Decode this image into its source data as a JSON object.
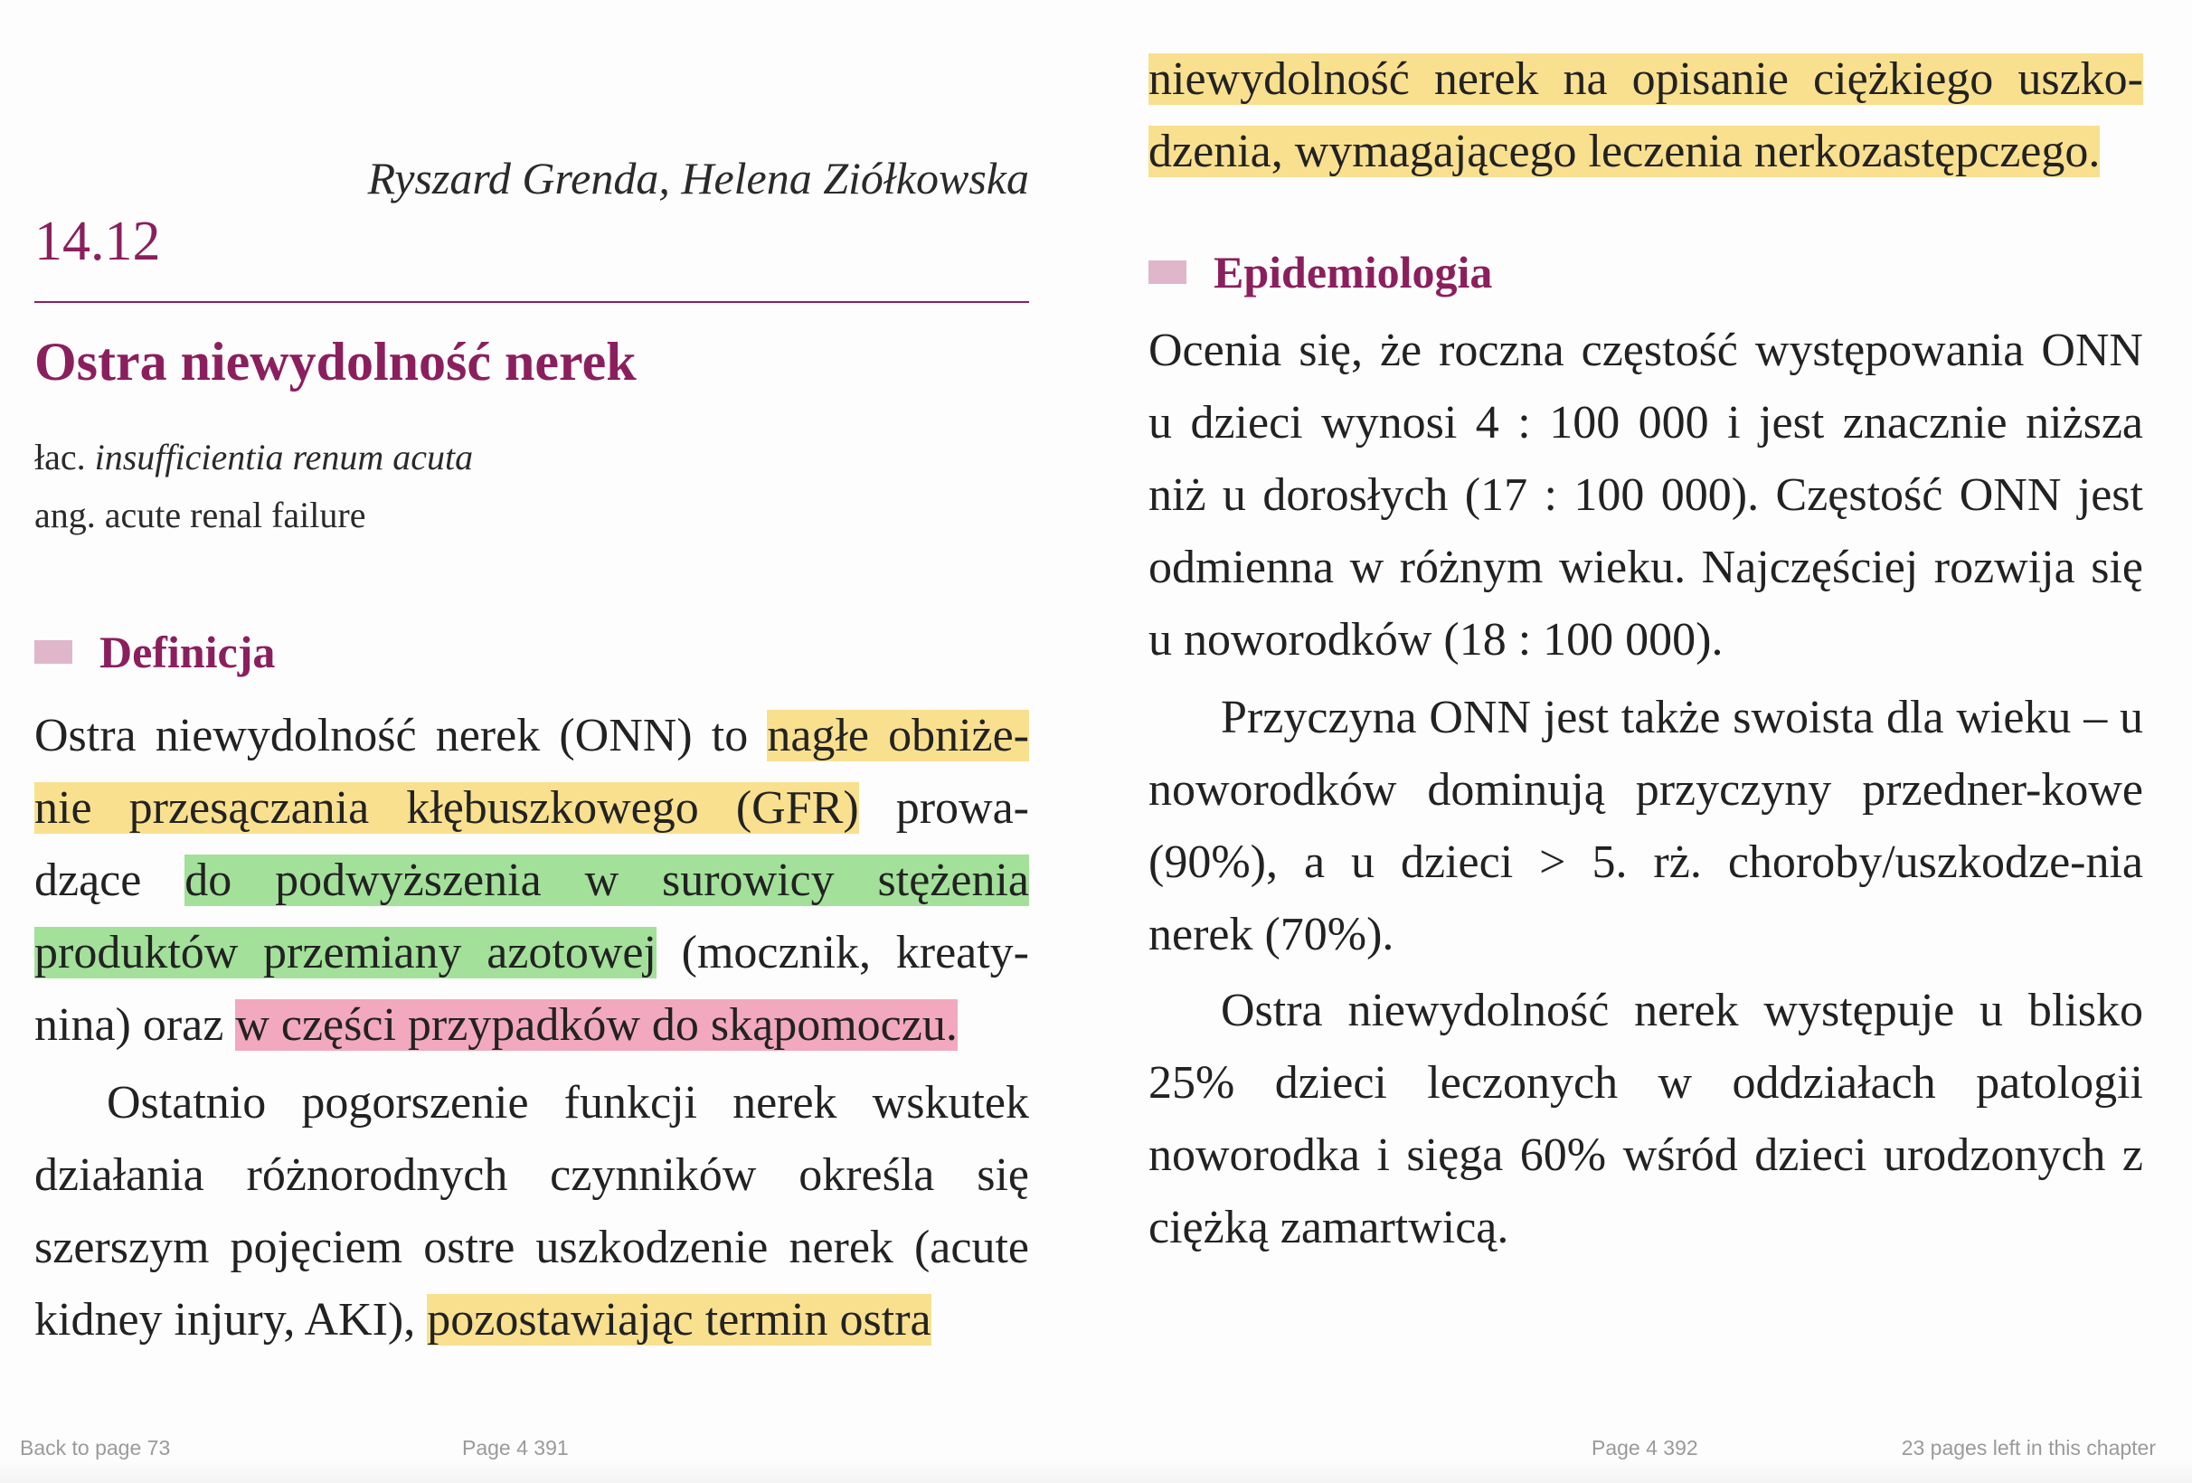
{
  "left_page": {
    "author": "Ryszard Grenda, Helena Ziółkowska",
    "section_number": "14.12",
    "chapter_title": "Ostra niewydolność nerek",
    "latin_prefix": "łac.",
    "latin_term": "insufficientia renum acuta",
    "english_line": "ang. acute renal failure",
    "definition_heading": "Definicja",
    "def_p1": [
      {
        "text": "Ostra niewydolność nerek (ONN) to ",
        "hl": ""
      },
      {
        "text": "nagłe obniże-nie przesączania kłębuszkowego (GFR)",
        "hl": "yellow"
      },
      {
        "text": " prowa-dzące ",
        "hl": ""
      },
      {
        "text": "do podwyższenia w surowicy stężenia produktów przemiany azotowej",
        "hl": "green"
      },
      {
        "text": " (mocznik, kreaty-nina) oraz ",
        "hl": ""
      },
      {
        "text": "w części przypadków do skąpomoczu.",
        "hl": "pink"
      }
    ],
    "def_p2": [
      {
        "text": "Ostatnio pogorszenie funkcji nerek wskutek działania różnorodnych czynników określa się szerszym pojęciem ostre uszkodzenie nerek (acute kidney injury, AKI), ",
        "hl": ""
      },
      {
        "text": "pozostawiając termin ostra",
        "hl": "yellow"
      }
    ]
  },
  "right_page": {
    "continuation": [
      {
        "text": "niewydolność nerek na opisanie ciężkiego uszko-dzenia, wymagającego leczenia nerkozastępczego.",
        "hl": "yellow"
      }
    ],
    "epidemiology_heading": "Epidemiologia",
    "epi_p1": "Ocenia się, że roczna częstość występowania ONN u dzieci wynosi 4 : 100 000 i jest znacznie niższa niż u dorosłych (17 : 100 000). Częstość ONN jest odmienna w różnym wieku. Najczęściej rozwija się u noworodków (18 : 100 000).",
    "epi_p2": "Przyczyna ONN jest także swoista dla wieku – u noworodków dominują przyczyny przedner-kowe (90%), a u dzieci > 5. rż. choroby/uszkodze-nia nerek (70%).",
    "epi_p3": "Ostra niewydolność nerek występuje u blisko 25% dzieci leczonych w oddziałach patologii noworodka i sięga 60% wśród dzieci urodzonych z ciężką zamartwicą."
  },
  "footer": {
    "back_link": "Back to page 73",
    "left_page_number": "Page 4 391",
    "right_page_number": "Page 4 392",
    "pages_left": "23 pages left in this chapter"
  },
  "colors": {
    "accent": "#8b1f5e",
    "marker": "#e0b6cb",
    "highlight_yellow": "#f9e08f",
    "highlight_green": "#a3e09a",
    "highlight_pink": "#f2a8bf"
  }
}
